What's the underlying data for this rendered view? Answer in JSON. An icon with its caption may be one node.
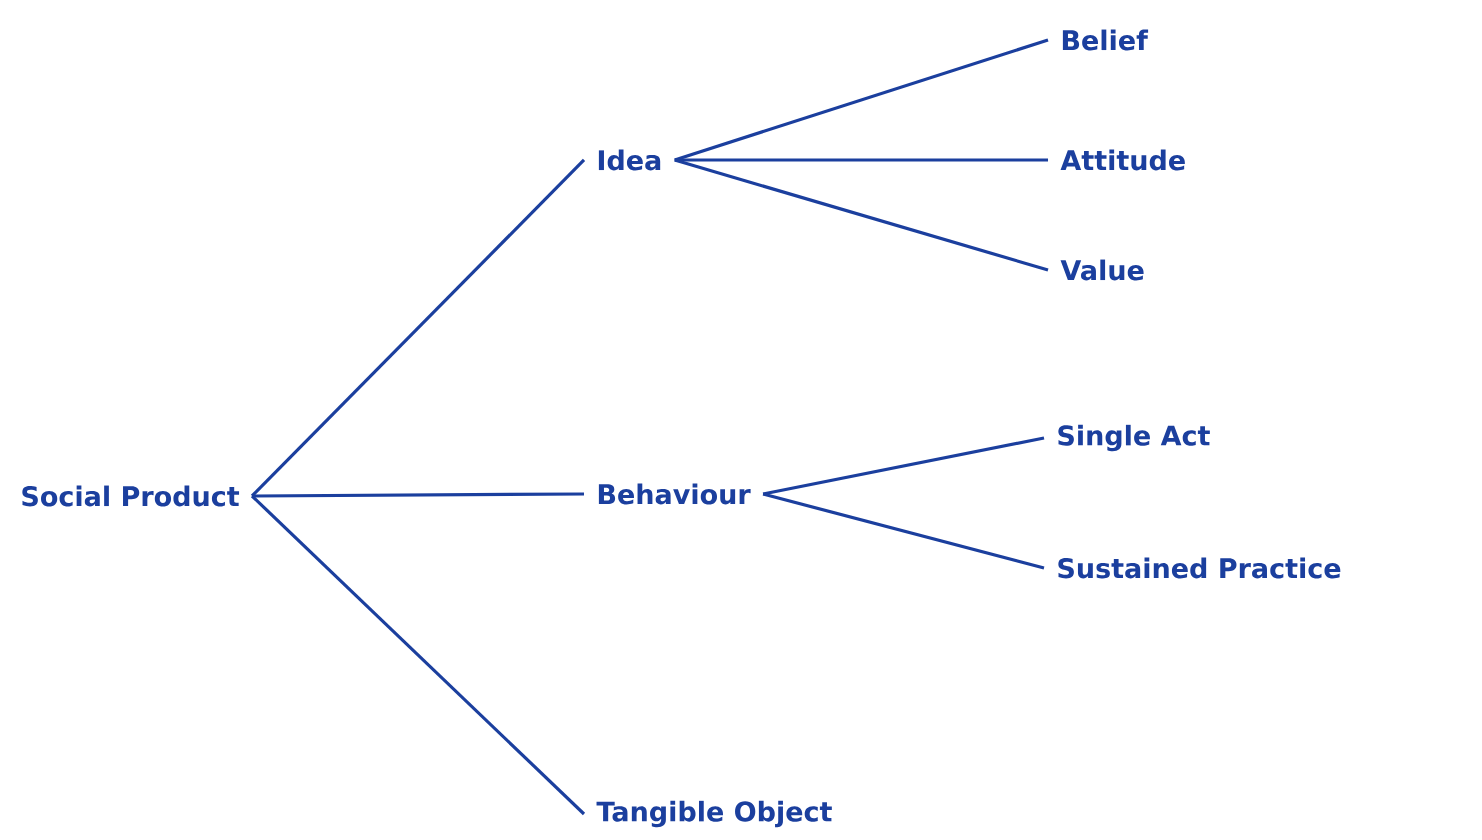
{
  "diagram": {
    "nodes": [
      {
        "text": [
          "Social Product"
        ]
      },
      {
        "text": [
          "Idea"
        ]
      },
      {
        "text": [
          "Belief"
        ]
      },
      {
        "text": [
          "Attitude"
        ]
      },
      {
        "text": [
          "Value"
        ]
      },
      {
        "text": [
          "Behaviour"
        ]
      },
      {
        "text": [
          "Single Act"
        ]
      },
      {
        "text": [
          "Sustained Practice"
        ]
      },
      {
        "text": [
          "Tangible Object"
        ]
      }
    ],
    "edges": [
      {
        "from": 0,
        "to": 1,
        "arrow": "none"
      },
      {
        "from": 0,
        "to": 5,
        "arrow": "none"
      },
      {
        "from": 0,
        "to": 8,
        "arrow": "none"
      },
      {
        "from": 1,
        "to": 2,
        "arrow": "none"
      },
      {
        "from": 1,
        "to": 3,
        "arrow": "none"
      },
      {
        "from": 1,
        "to": 4,
        "arrow": "none"
      },
      {
        "from": 5,
        "to": 6,
        "arrow": "none"
      },
      {
        "from": 5,
        "to": 7,
        "arrow": "none"
      }
    ]
  }
}
